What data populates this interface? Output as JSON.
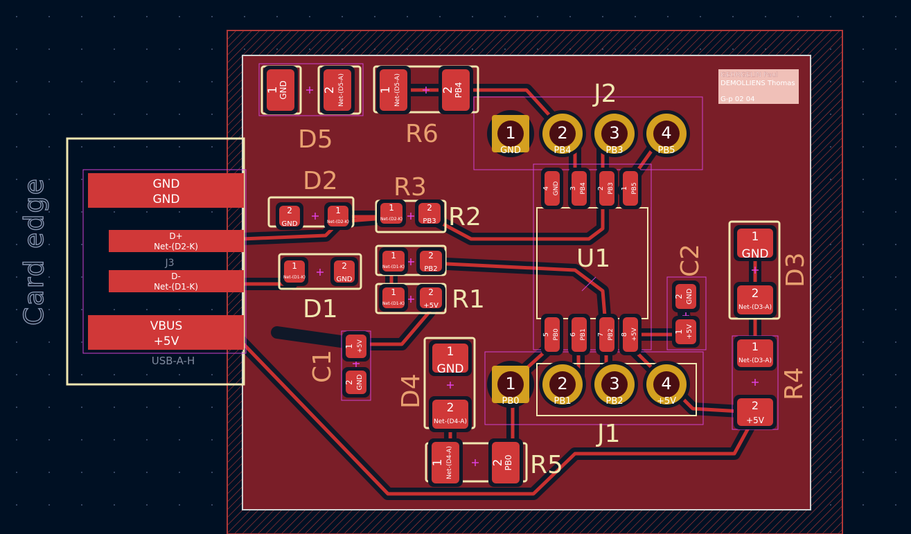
{
  "colors": {
    "background": "#001023",
    "copper_fill": "#7a1e28",
    "pad": "#d03838",
    "track": "#c83030",
    "silkscreen": "#f0e6b0",
    "fab_text": "#e8a070",
    "courtyard": "#d040d0",
    "gold": "#d4a020",
    "edge_cuts": "#d0d0d0"
  },
  "edge_label": "Card edge",
  "usb": {
    "ref": "J3",
    "value": "USB-A-H",
    "pins": [
      {
        "line1": "GND",
        "line2": "GND"
      },
      {
        "line1": "D+",
        "line2": "Net-(D2-K)"
      },
      {
        "line1": "D-",
        "line2": "Net-(D1-K)"
      },
      {
        "line1": "VBUS",
        "line2": "+5V"
      }
    ]
  },
  "title_block": {
    "line1": "GEORGELIN Paul",
    "line2": "DEMOLLIENS Thomas",
    "line3": "G-p 02 04"
  },
  "refs": {
    "D5": "D5",
    "R6": "R6",
    "J2": "J2",
    "D2": "D2",
    "R3": "R3",
    "R2": "R2",
    "U1": "U1",
    "C2": "C2",
    "D3": "D3",
    "D1": "D1",
    "R1": "R1",
    "C1": "C1",
    "D4": "D4",
    "R4": "R4",
    "J1": "J1",
    "R5": "R5"
  },
  "pads": {
    "d5_1": {
      "num": "1",
      "net": "GND"
    },
    "d5_2": {
      "num": "2",
      "net": "Net-(D5-A)"
    },
    "r6_1": {
      "num": "1",
      "net": "Net-(D5-A)"
    },
    "r6_2": {
      "num": "2",
      "net": "PB4"
    },
    "j2_1": {
      "num": "1",
      "net": "GND"
    },
    "j2_2": {
      "num": "2",
      "net": "PB4"
    },
    "j2_3": {
      "num": "3",
      "net": "PB3"
    },
    "j2_4": {
      "num": "4",
      "net": "PB5"
    },
    "u1_4": {
      "num": "4",
      "net": "GND"
    },
    "u1_3": {
      "num": "3",
      "net": "PB4"
    },
    "u1_2": {
      "num": "2",
      "net": "PB3"
    },
    "u1_1": {
      "num": "1",
      "net": "PB5"
    },
    "u1_5": {
      "num": "5",
      "net": "PB0"
    },
    "u1_6": {
      "num": "6",
      "net": "PB1"
    },
    "u1_7": {
      "num": "7",
      "net": "PB2"
    },
    "u1_8": {
      "num": "8",
      "net": "+5V"
    },
    "d2_2": {
      "num": "2",
      "net": "GND"
    },
    "d2_1": {
      "num": "1",
      "net": "Net-(D2-K)"
    },
    "r3_1": {
      "num": "1",
      "net": "Net-(D2-K)"
    },
    "r3_2": {
      "num": "2",
      "net": "PB3"
    },
    "r2_1": {
      "num": "1",
      "net": "Net-(D1-K)"
    },
    "r2_2": {
      "num": "2",
      "net": "PB2"
    },
    "d1_1": {
      "num": "1",
      "net": "Net-(D1-K)"
    },
    "d1_2": {
      "num": "2",
      "net": "GND"
    },
    "r1_1": {
      "num": "1",
      "net": "Net-(D1-K)"
    },
    "r1_2": {
      "num": "2",
      "net": "+5V"
    },
    "c2_2": {
      "num": "2",
      "net": "GND"
    },
    "c2_1": {
      "num": "1",
      "net": "+5V"
    },
    "d3_1": {
      "num": "1",
      "net": "GND"
    },
    "d3_2": {
      "num": "2",
      "net": "Net-(D3-A)"
    },
    "r4_1": {
      "num": "1",
      "net": "Net-(D3-A)"
    },
    "r4_2": {
      "num": "2",
      "net": "+5V"
    },
    "c1_1": {
      "num": "1",
      "net": "+5V"
    },
    "c1_2": {
      "num": "2",
      "net": "GND"
    },
    "d4_1": {
      "num": "1",
      "net": "GND"
    },
    "d4_2": {
      "num": "2",
      "net": "Net-(D4-A)"
    },
    "r5_1": {
      "num": "1",
      "net": "Net-(D4-A)"
    },
    "r5_2": {
      "num": "2",
      "net": "PB0"
    },
    "j1_1": {
      "num": "1",
      "net": "PB0"
    },
    "j1_2": {
      "num": "2",
      "net": "PB1"
    },
    "j1_3": {
      "num": "3",
      "net": "PB2"
    },
    "j1_4": {
      "num": "4",
      "net": "+5V"
    }
  }
}
